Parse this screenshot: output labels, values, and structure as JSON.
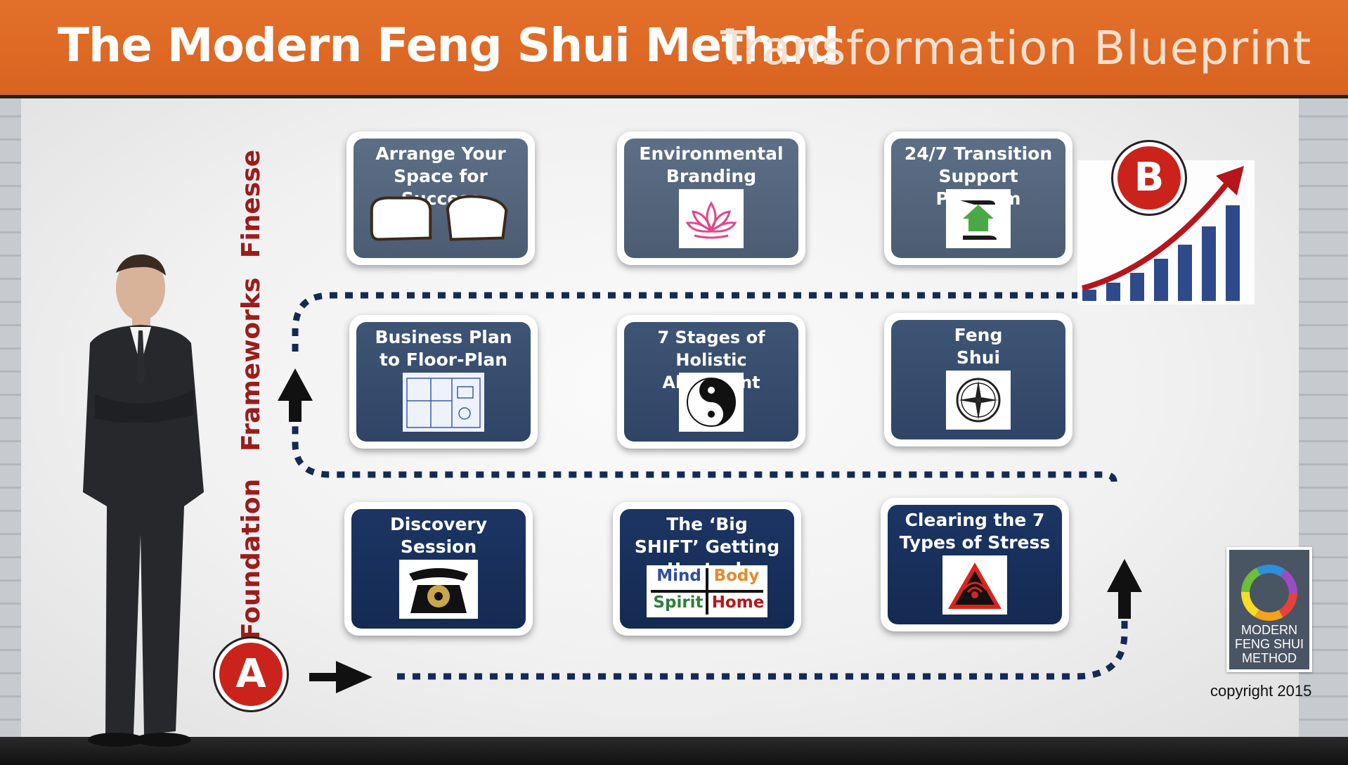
{
  "header": {
    "title": "The Modern Feng Shui Method",
    "subtitle": "Transformation Blueprint"
  },
  "rows": {
    "finesse": "Finesse",
    "frameworks": "Frameworks",
    "foundation": "Foundation"
  },
  "cards": {
    "finesse": [
      {
        "title": "Arrange Your Space for Success",
        "icon": "armchairs-icon"
      },
      {
        "title": "Environmental Branding",
        "icon": "lotus-icon"
      },
      {
        "title": "24/7 Transition Support Program",
        "icon": "house-hands-icon"
      }
    ],
    "frameworks": [
      {
        "title": "Business Plan to Floor-Plan",
        "icon": "floor-plan-icon"
      },
      {
        "title": "7 Stages of Holistic Alignment",
        "icon": "yin-yang-icon"
      },
      {
        "title": "Feng Shui Blue Print",
        "icon": "compass-icon"
      }
    ],
    "foundation": [
      {
        "title": "Discovery Session",
        "icon": "telephone-icon"
      },
      {
        "title": "The ‘Big SHIFT’ Getting Unstuck",
        "icon": "mind-body-grid-icon"
      },
      {
        "title": "Clearing the 7 Types of Stress",
        "icon": "warning-triangle-icon"
      }
    ]
  },
  "mind_body_grid": {
    "mind": "Mind",
    "body": "Body",
    "spirit": "Spirit",
    "home": "Home"
  },
  "badges": {
    "start": "A",
    "end": "B"
  },
  "logo": {
    "line1": "MODERN",
    "line2": "FENG SHUI",
    "line3": "METHOD"
  },
  "copyright": "copyright 2015",
  "colors": {
    "header": "#e2702b",
    "badge": "#c9231c",
    "row_label": "#9b1c1c",
    "path": "#142a52",
    "growth_arrow": "#b5161c",
    "growth_bars": "#2f4a8a"
  }
}
